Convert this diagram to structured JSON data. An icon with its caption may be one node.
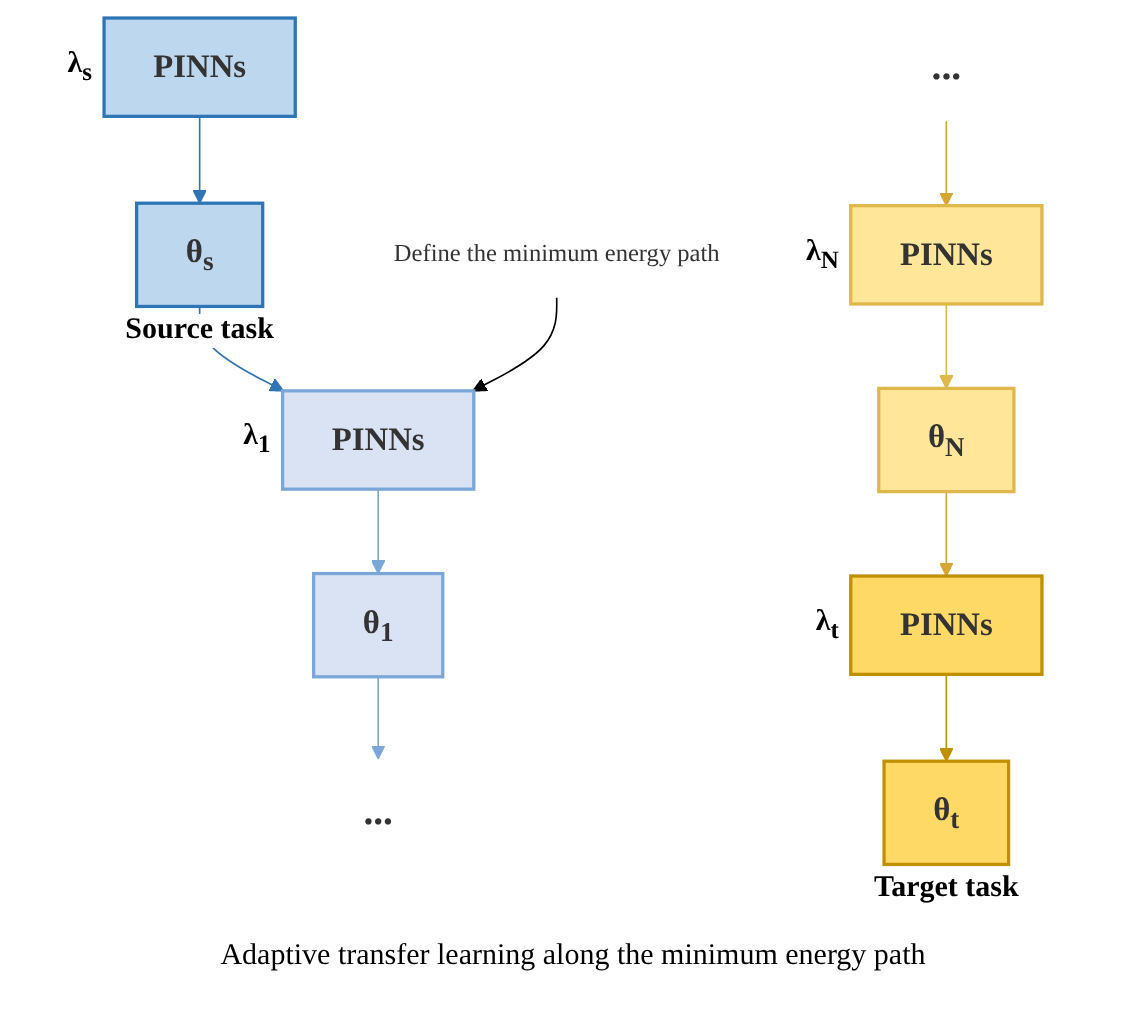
{
  "diagram": {
    "nodes": [
      {
        "text": [
          "PINNs"
        ],
        "beside": [
          "λ$_{s}$"
        ]
      },
      {
        "text": [
          "PINNs"
        ],
        "beside": [
          "λ$_{1}$"
        ]
      },
      {
        "text": [
          "..."
        ]
      },
      {
        "text": [
          "PINNs"
        ],
        "beside": [
          "λ$_{N}$"
        ]
      },
      {
        "text": [
          "PINNs"
        ],
        "beside": [
          "λ$_{t}$"
        ]
      },
      {
        "text": [
          "θ$_{s}$"
        ],
        "beside": [
          "Source task"
        ]
      },
      {
        "text": [
          "θ$_{1}$"
        ]
      },
      {
        "text": [
          "..."
        ]
      },
      {
        "text": [
          "θ$_{N}$"
        ]
      },
      {
        "text": [
          "θ$_{t}$"
        ],
        "beside": [
          "Target task"
        ]
      },
      {
        "text": [
          "Define the minimum energy path"
        ]
      }
    ],
    "edges": [
      {
        "from": 0,
        "to": 5,
        "arrow": "to",
        "color": "#2e75b6"
      },
      {
        "from": 5,
        "to": 1,
        "arrow": "to",
        "color": "#2e75b6"
      },
      {
        "from": 1,
        "to": 6,
        "arrow": "to",
        "color": "#7aa7d8"
      },
      {
        "from": 6,
        "to": 2,
        "arrow": "to",
        "color": "#7aa7d8"
      },
      {
        "from": 7,
        "to": 3,
        "arrow": "to",
        "color": "#d6a630"
      },
      {
        "from": 3,
        "to": 8,
        "arrow": "to",
        "color": "#e0b84a"
      },
      {
        "from": 8,
        "to": 4,
        "arrow": "to",
        "color": "#d6a630"
      },
      {
        "from": 4,
        "to": 9,
        "arrow": "to",
        "color": "#bf9000"
      },
      {
        "from": 10,
        "to": 1,
        "arrow": "to",
        "color": "#000000"
      }
    ],
    "labels": [
      "Adaptive transfer learning along the minimum energy path"
    ]
  }
}
